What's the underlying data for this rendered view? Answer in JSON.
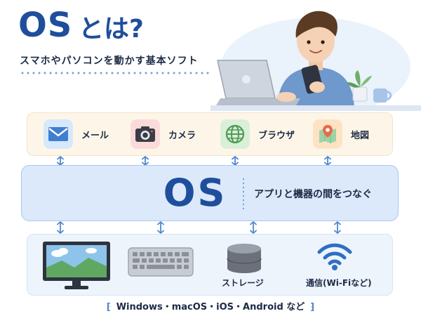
{
  "title": {
    "os": "OS",
    "rest": "とは?"
  },
  "subtitle": "スマホやパソコンを動かす基本ソフト",
  "apps": [
    {
      "label": "メール",
      "icon": "mail-icon"
    },
    {
      "label": "カメラ",
      "icon": "camera-icon"
    },
    {
      "label": "ブラウザ",
      "icon": "globe-icon"
    },
    {
      "label": "地図",
      "icon": "map-icon"
    }
  ],
  "os_band": {
    "label": "OS",
    "description": "アプリと機器の間をつなぐ"
  },
  "hardware": [
    {
      "label": "",
      "icon": "monitor-icon"
    },
    {
      "label": "",
      "icon": "keyboard-icon"
    },
    {
      "label": "ストレージ",
      "icon": "storage-icon"
    },
    {
      "label": "通信(Wi-Fiなど)",
      "icon": "wifi-icon"
    }
  ],
  "footer": {
    "text": "Windows・macOS・iOS・Android など"
  },
  "colors": {
    "brand": "#1f4e9c",
    "os_band_bg": "#dbe9fb",
    "apps_bg": "#fdf6e8",
    "hardware_bg": "#eef4fc",
    "arrow": "#4f86cf"
  }
}
